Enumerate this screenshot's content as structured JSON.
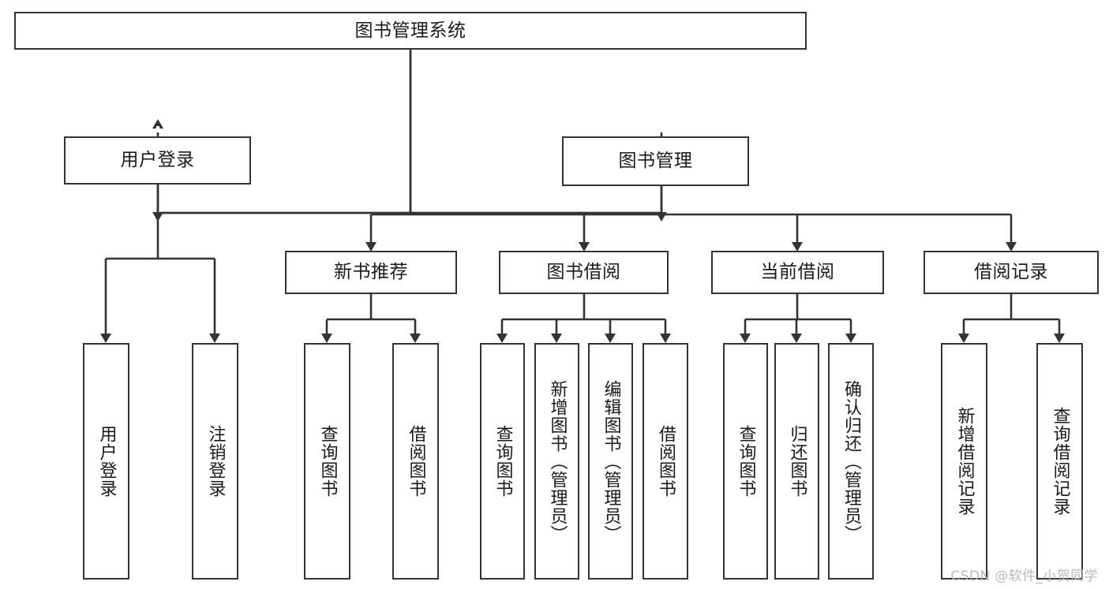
{
  "diagram": {
    "title": "图书管理系统",
    "type": "tree-hierarchy",
    "root": {
      "id": "root",
      "label": "图书管理系统",
      "orientation": "horizontal"
    },
    "level2": [
      {
        "id": "user-login",
        "label": "用户登录",
        "orientation": "horizontal"
      },
      {
        "id": "book-manage",
        "label": "图书管理",
        "orientation": "horizontal"
      }
    ],
    "level3": [
      {
        "id": "new-book-rec",
        "label": "新书推荐",
        "orientation": "horizontal",
        "parent": "book-manage"
      },
      {
        "id": "book-borrow",
        "label": "图书借阅",
        "orientation": "horizontal",
        "parent": "book-manage"
      },
      {
        "id": "current-borrow",
        "label": "当前借阅",
        "orientation": "horizontal",
        "parent": "book-manage"
      },
      {
        "id": "borrow-record",
        "label": "借阅记录",
        "orientation": "horizontal",
        "parent": "book-manage"
      }
    ],
    "leaves": {
      "user-login": [
        {
          "id": "leaf-user-login",
          "label": "用户登录"
        },
        {
          "id": "leaf-user-logout",
          "label": "注销登录"
        }
      ],
      "new-book-rec": [
        {
          "id": "leaf-query-book-1",
          "label": "查询图书"
        },
        {
          "id": "leaf-borrow-book-1",
          "label": "借阅图书"
        }
      ],
      "book-borrow": [
        {
          "id": "leaf-query-book-2",
          "label": "查询图书"
        },
        {
          "id": "leaf-add-book",
          "label": "新增图书（管理员）"
        },
        {
          "id": "leaf-edit-book",
          "label": "编辑图书（管理员）"
        },
        {
          "id": "leaf-borrow-book-2",
          "label": "借阅图书"
        }
      ],
      "current-borrow": [
        {
          "id": "leaf-query-book-3",
          "label": "查询图书"
        },
        {
          "id": "leaf-return-book",
          "label": "归还图书"
        },
        {
          "id": "leaf-confirm-return",
          "label": "确认归还（管理员）"
        }
      ],
      "borrow-record": [
        {
          "id": "leaf-add-record",
          "label": "新增借阅记录"
        },
        {
          "id": "leaf-query-record",
          "label": "查询借阅记录"
        }
      ]
    },
    "colors": {
      "stroke": "#333333",
      "background": "#ffffff",
      "text": "#1a1a1a",
      "watermark": "#b8b8b8"
    }
  },
  "watermark": {
    "text": "CSDN @软件_小贺同学"
  }
}
